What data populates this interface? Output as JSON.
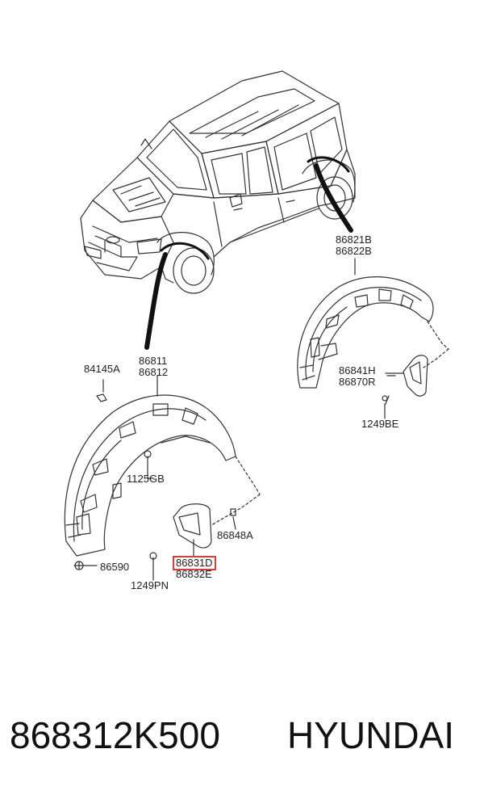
{
  "labels": {
    "l_86821B": "86821B",
    "l_86822B": "86822B",
    "l_84145A": "84145A",
    "l_86811": "86811",
    "l_86812": "86812",
    "l_86841H": "86841H",
    "l_86870R": "86870R",
    "l_1249BE": "1249BE",
    "l_1125GB": "1125GB",
    "l_86848A": "86848A",
    "l_86831D": "86831D",
    "l_86832E": "86832E",
    "l_86590": "86590",
    "l_1249PN": "1249PN"
  },
  "footer": {
    "part_number": "868312K500",
    "brand": "HYUNDAI"
  },
  "colors": {
    "highlight": "#e53935",
    "line": "#333333"
  }
}
